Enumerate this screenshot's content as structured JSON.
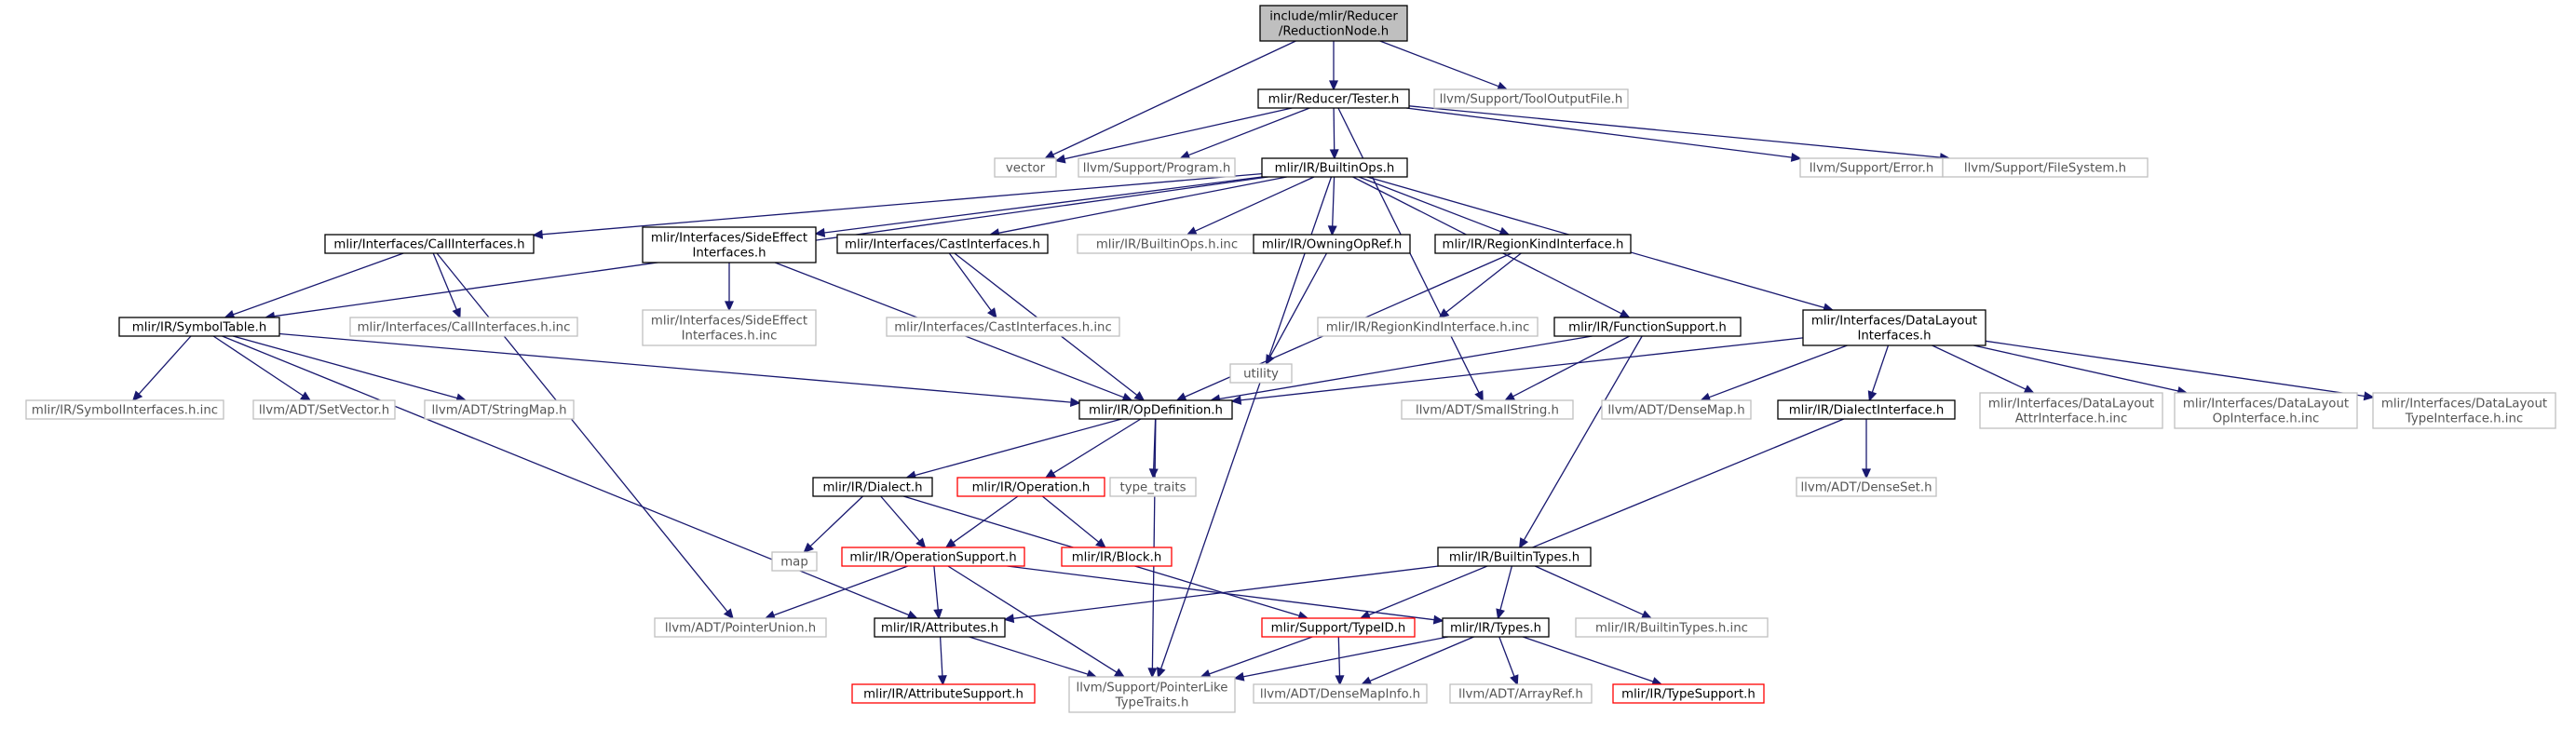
{
  "diagram": {
    "nodes": [
      {
        "id": "root",
        "kind": "root",
        "lines": [
          "include/mlir/Reducer",
          "/ReductionNode.h"
        ]
      },
      {
        "id": "tester",
        "kind": "local",
        "lines": [
          "mlir/Reducer/Tester.h"
        ]
      },
      {
        "id": "tooloutput",
        "kind": "ext",
        "lines": [
          "llvm/Support/ToolOutputFile.h"
        ]
      },
      {
        "id": "vector",
        "kind": "ext",
        "lines": [
          "vector"
        ]
      },
      {
        "id": "program",
        "kind": "ext",
        "lines": [
          "llvm/Support/Program.h"
        ]
      },
      {
        "id": "builtinops",
        "kind": "local",
        "lines": [
          "mlir/IR/BuiltinOps.h"
        ]
      },
      {
        "id": "error",
        "kind": "ext",
        "lines": [
          "llvm/Support/Error.h"
        ]
      },
      {
        "id": "filesystem",
        "kind": "ext",
        "lines": [
          "llvm/Support/FileSystem.h"
        ]
      },
      {
        "id": "callif",
        "kind": "local",
        "lines": [
          "mlir/Interfaces/CallInterfaces.h"
        ]
      },
      {
        "id": "sideeffect",
        "kind": "local",
        "lines": [
          "mlir/Interfaces/SideEffect",
          "Interfaces.h"
        ]
      },
      {
        "id": "castif",
        "kind": "local",
        "lines": [
          "mlir/Interfaces/CastInterfaces.h"
        ]
      },
      {
        "id": "builtinopsinc",
        "kind": "ext",
        "lines": [
          "mlir/IR/BuiltinOps.h.inc"
        ]
      },
      {
        "id": "owningopref",
        "kind": "local",
        "lines": [
          "mlir/IR/OwningOpRef.h"
        ]
      },
      {
        "id": "regionkind",
        "kind": "local",
        "lines": [
          "mlir/IR/RegionKindInterface.h"
        ]
      },
      {
        "id": "datalayout",
        "kind": "local",
        "lines": [
          "mlir/Interfaces/DataLayout",
          "Interfaces.h"
        ]
      },
      {
        "id": "symboltable",
        "kind": "local",
        "lines": [
          "mlir/IR/SymbolTable.h"
        ]
      },
      {
        "id": "callifinc",
        "kind": "ext",
        "lines": [
          "mlir/Interfaces/CallInterfaces.h.inc"
        ]
      },
      {
        "id": "sideeffectinc",
        "kind": "ext",
        "lines": [
          "mlir/Interfaces/SideEffect",
          "Interfaces.h.inc"
        ]
      },
      {
        "id": "castifinc",
        "kind": "ext",
        "lines": [
          "mlir/Interfaces/CastInterfaces.h.inc"
        ]
      },
      {
        "id": "utility",
        "kind": "ext",
        "lines": [
          "utility"
        ]
      },
      {
        "id": "regionkindinc",
        "kind": "ext",
        "lines": [
          "mlir/IR/RegionKindInterface.h.inc"
        ]
      },
      {
        "id": "functionsupport",
        "kind": "local",
        "lines": [
          "mlir/IR/FunctionSupport.h"
        ]
      },
      {
        "id": "symbolifinc",
        "kind": "ext",
        "lines": [
          "mlir/IR/SymbolInterfaces.h.inc"
        ]
      },
      {
        "id": "setvector",
        "kind": "ext",
        "lines": [
          "llvm/ADT/SetVector.h"
        ]
      },
      {
        "id": "stringmap",
        "kind": "ext",
        "lines": [
          "llvm/ADT/StringMap.h"
        ]
      },
      {
        "id": "opdefinition",
        "kind": "local",
        "lines": [
          "mlir/IR/OpDefinition.h"
        ]
      },
      {
        "id": "smallstring",
        "kind": "ext",
        "lines": [
          "llvm/ADT/SmallString.h"
        ]
      },
      {
        "id": "densemap",
        "kind": "ext",
        "lines": [
          "llvm/ADT/DenseMap.h"
        ]
      },
      {
        "id": "dialectif",
        "kind": "local",
        "lines": [
          "mlir/IR/DialectInterface.h"
        ]
      },
      {
        "id": "dlattrinc",
        "kind": "ext",
        "lines": [
          "mlir/Interfaces/DataLayout",
          "AttrInterface.h.inc"
        ]
      },
      {
        "id": "dlopinc",
        "kind": "ext",
        "lines": [
          "mlir/Interfaces/DataLayout",
          "OpInterface.h.inc"
        ]
      },
      {
        "id": "dltypeinc",
        "kind": "ext",
        "lines": [
          "mlir/Interfaces/DataLayout",
          "TypeInterface.h.inc"
        ]
      },
      {
        "id": "dialect",
        "kind": "local",
        "lines": [
          "mlir/IR/Dialect.h"
        ]
      },
      {
        "id": "operation",
        "kind": "bad",
        "lines": [
          "mlir/IR/Operation.h"
        ]
      },
      {
        "id": "typetraits",
        "kind": "ext",
        "lines": [
          "type_traits"
        ]
      },
      {
        "id": "denseset",
        "kind": "ext",
        "lines": [
          "llvm/ADT/DenseSet.h"
        ]
      },
      {
        "id": "map",
        "kind": "ext",
        "lines": [
          "map"
        ]
      },
      {
        "id": "opsupport",
        "kind": "bad",
        "lines": [
          "mlir/IR/OperationSupport.h"
        ]
      },
      {
        "id": "block",
        "kind": "bad",
        "lines": [
          "mlir/IR/Block.h"
        ]
      },
      {
        "id": "builtintypes",
        "kind": "local",
        "lines": [
          "mlir/IR/BuiltinTypes.h"
        ]
      },
      {
        "id": "pointerunion",
        "kind": "ext",
        "lines": [
          "llvm/ADT/PointerUnion.h"
        ]
      },
      {
        "id": "attributes",
        "kind": "local",
        "lines": [
          "mlir/IR/Attributes.h"
        ]
      },
      {
        "id": "typeid",
        "kind": "bad",
        "lines": [
          "mlir/Support/TypeID.h"
        ]
      },
      {
        "id": "types",
        "kind": "local",
        "lines": [
          "mlir/IR/Types.h"
        ]
      },
      {
        "id": "builtintypesinc",
        "kind": "ext",
        "lines": [
          "mlir/IR/BuiltinTypes.h.inc"
        ]
      },
      {
        "id": "attrsupport",
        "kind": "bad",
        "lines": [
          "mlir/IR/AttributeSupport.h"
        ]
      },
      {
        "id": "pointerlike",
        "kind": "ext",
        "lines": [
          "llvm/Support/PointerLike",
          "TypeTraits.h"
        ]
      },
      {
        "id": "densemapinfo",
        "kind": "ext",
        "lines": [
          "llvm/ADT/DenseMapInfo.h"
        ]
      },
      {
        "id": "arrayref",
        "kind": "ext",
        "lines": [
          "llvm/ADT/ArrayRef.h"
        ]
      },
      {
        "id": "typesupport",
        "kind": "bad",
        "lines": [
          "mlir/IR/TypeSupport.h"
        ]
      }
    ],
    "edges": [
      [
        "root",
        "tester"
      ],
      [
        "root",
        "tooloutput"
      ],
      [
        "root",
        "vector"
      ],
      [
        "tester",
        "vector"
      ],
      [
        "tester",
        "program"
      ],
      [
        "tester",
        "builtinops"
      ],
      [
        "tester",
        "error"
      ],
      [
        "tester",
        "filesystem"
      ],
      [
        "tester",
        "smallstring"
      ],
      [
        "builtinops",
        "callif"
      ],
      [
        "builtinops",
        "sideeffect"
      ],
      [
        "builtinops",
        "castif"
      ],
      [
        "builtinops",
        "builtinopsinc"
      ],
      [
        "builtinops",
        "owningopref"
      ],
      [
        "builtinops",
        "regionkind"
      ],
      [
        "builtinops",
        "functionsupport"
      ],
      [
        "builtinops",
        "datalayout"
      ],
      [
        "builtinops",
        "symboltable"
      ],
      [
        "builtinops",
        "pointerlike"
      ],
      [
        "callif",
        "symboltable"
      ],
      [
        "callif",
        "callifinc"
      ],
      [
        "callif",
        "pointerunion"
      ],
      [
        "sideeffect",
        "sideeffectinc"
      ],
      [
        "sideeffect",
        "opdefinition"
      ],
      [
        "castif",
        "castifinc"
      ],
      [
        "castif",
        "opdefinition"
      ],
      [
        "owningopref",
        "utility"
      ],
      [
        "regionkind",
        "regionkindinc"
      ],
      [
        "regionkind",
        "opdefinition"
      ],
      [
        "symboltable",
        "symbolifinc"
      ],
      [
        "symboltable",
        "setvector"
      ],
      [
        "symboltable",
        "stringmap"
      ],
      [
        "symboltable",
        "opdefinition"
      ],
      [
        "symboltable",
        "attributes"
      ],
      [
        "functionsupport",
        "opdefinition"
      ],
      [
        "functionsupport",
        "smallstring"
      ],
      [
        "functionsupport",
        "builtintypes"
      ],
      [
        "datalayout",
        "opdefinition"
      ],
      [
        "datalayout",
        "densemap"
      ],
      [
        "datalayout",
        "dialectif"
      ],
      [
        "datalayout",
        "dlattrinc"
      ],
      [
        "datalayout",
        "dlopinc"
      ],
      [
        "datalayout",
        "dltypeinc"
      ],
      [
        "opdefinition",
        "dialect"
      ],
      [
        "opdefinition",
        "operation"
      ],
      [
        "opdefinition",
        "typetraits"
      ],
      [
        "opdefinition",
        "pointerlike"
      ],
      [
        "dialectif",
        "denseset"
      ],
      [
        "dialectif",
        "typeid"
      ],
      [
        "dialect",
        "map"
      ],
      [
        "dialect",
        "opsupport"
      ],
      [
        "dialect",
        "typeid"
      ],
      [
        "operation",
        "opsupport"
      ],
      [
        "operation",
        "block"
      ],
      [
        "opsupport",
        "pointerunion"
      ],
      [
        "opsupport",
        "attributes"
      ],
      [
        "opsupport",
        "types"
      ],
      [
        "opsupport",
        "pointerlike"
      ],
      [
        "builtintypes",
        "attributes"
      ],
      [
        "builtintypes",
        "types"
      ],
      [
        "builtintypes",
        "builtintypesinc"
      ],
      [
        "attributes",
        "attrsupport"
      ],
      [
        "attributes",
        "pointerlike"
      ],
      [
        "typeid",
        "densemapinfo"
      ],
      [
        "typeid",
        "pointerlike"
      ],
      [
        "types",
        "pointerlike"
      ],
      [
        "types",
        "densemapinfo"
      ],
      [
        "types",
        "arrayref"
      ],
      [
        "types",
        "typesupport"
      ]
    ]
  }
}
